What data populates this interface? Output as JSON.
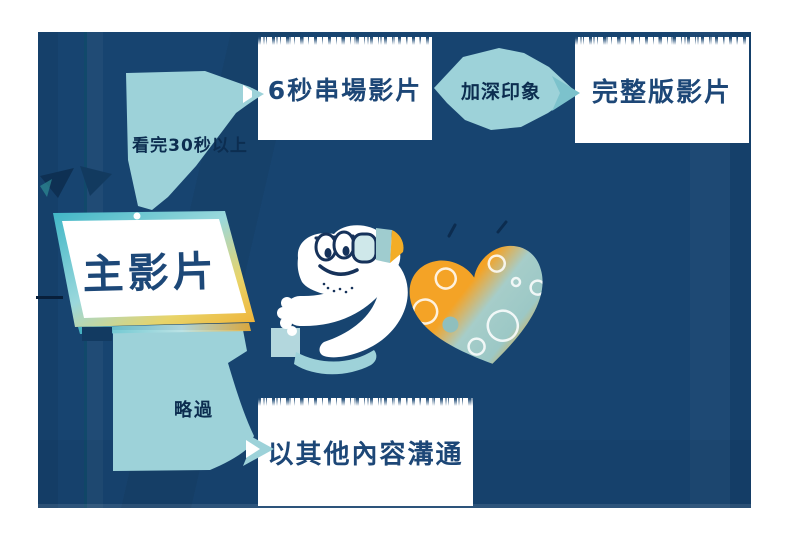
{
  "diagram": {
    "nodes": {
      "main": {
        "label": "主影片"
      },
      "bumper": {
        "label": "6秒串場影片"
      },
      "full": {
        "label": "完整版影片"
      },
      "other": {
        "label": "以其他內容溝通"
      }
    },
    "edges": {
      "watched": {
        "label": "看完30秒以上"
      },
      "deepen": {
        "label": "加深印象"
      },
      "skip": {
        "label": "略過"
      }
    },
    "illustrations": [
      "laptop-illustration",
      "mascot-character-illustration",
      "heart-illustration"
    ]
  },
  "colors": {
    "background_panel": "#174470",
    "card": "#FFFFFF",
    "arrow": "#9DD2D9",
    "arrow_dark": "#7CC2CC",
    "node_text": "#1D4777",
    "edge_text": "#0C2D50",
    "accent_yellow": "#F2AC28",
    "accent_teal": "#9EC9C6",
    "laptop_frame_cyan": "#3FB6C6",
    "laptop_frame_yellow": "#F0B236"
  }
}
